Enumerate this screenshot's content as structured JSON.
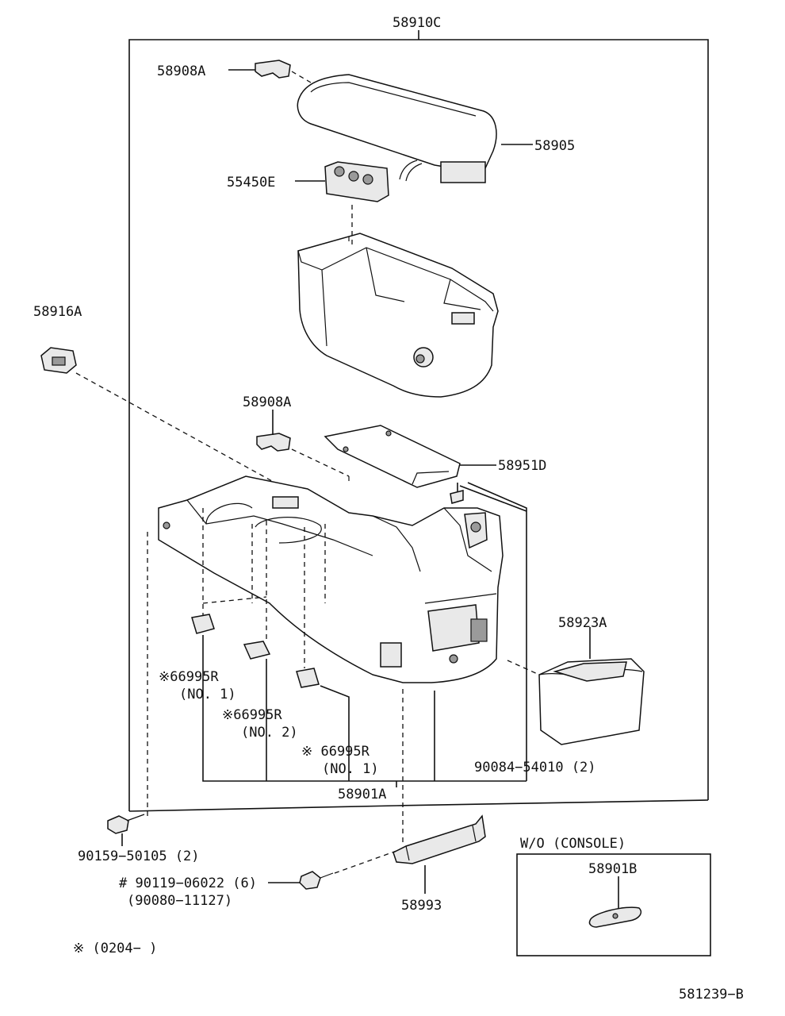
{
  "diagram": {
    "labels": {
      "l_58910C": "58910C",
      "l_58908A_top": "58908A",
      "l_58905": "58905",
      "l_55450E": "55450E",
      "l_58916A": "58916A",
      "l_58908A_mid": "58908A",
      "l_58951D": "58951D",
      "l_58923A": "58923A",
      "l_66995R_a": "※66995R",
      "l_no1_a": "(NO. 1)",
      "l_66995R_b": "※66995R",
      "l_no2_b": "(NO. 2)",
      "l_66995R_c": "※ 66995R",
      "l_no1_c": "(NO. 1)",
      "l_90084": "90084−54010 (2)",
      "l_58901A": "58901A",
      "l_90159": "90159−50105 (2)",
      "l_90119": "# 90119−06022 (6)",
      "l_90080": "(90080−11127)",
      "l_58993": "58993",
      "l_wo_console": "W/O (CONSOLE)",
      "l_58901B": "58901B",
      "l_note": "※ (0204−        )",
      "l_drawing_no": "581239−B"
    }
  }
}
